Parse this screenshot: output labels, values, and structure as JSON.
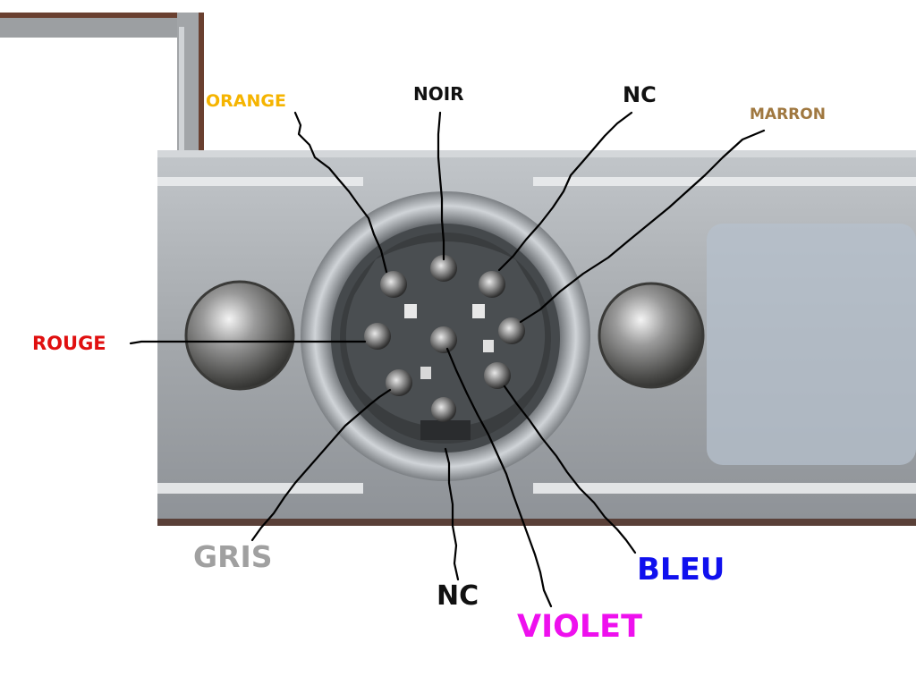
{
  "labels": {
    "orange": {
      "text": "ORANGE",
      "color": "#f5b400"
    },
    "noir": {
      "text": "NOIR",
      "color": "#111111"
    },
    "nc_top": {
      "text": "NC",
      "color": "#111111"
    },
    "marron": {
      "text": "MARRON",
      "color": "#a07840"
    },
    "rouge": {
      "text": "ROUGE",
      "color": "#e01010"
    },
    "gris": {
      "text": "GRIS",
      "color": "#a0a0a0"
    },
    "nc_bottom": {
      "text": "NC",
      "color": "#111111"
    },
    "violet": {
      "text": "VIOLET",
      "color": "#ee10ee"
    },
    "bleu": {
      "text": "BLEU",
      "color": "#1010ee"
    }
  },
  "colors": {
    "background": "#ffffff",
    "plate": "#a9adb1",
    "connector_body": "#3a3d3f",
    "leader": "#000000"
  }
}
